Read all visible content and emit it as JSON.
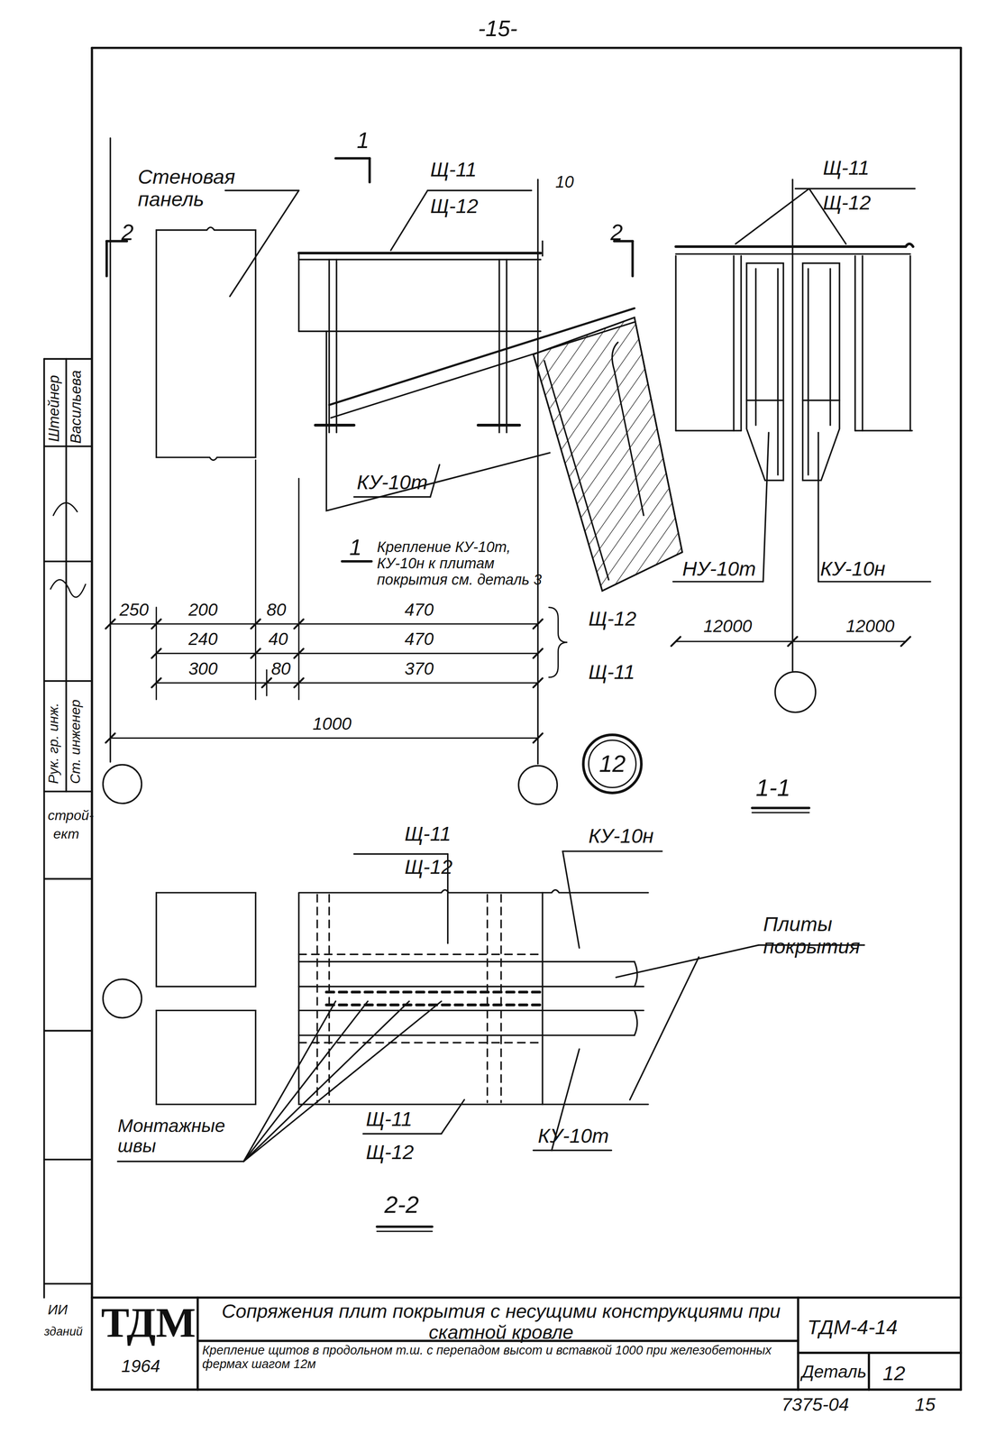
{
  "diagram": {
    "title": "Сопряжения плит покрытия с несущими конструкциями при скатной кровле",
    "caption": "Крепление щитов в продольном т.ш. с перепадом высот и вставкой 1000 при железобетонных фермах шагом 12м",
    "nodes": [
      {
        "text": [
          "12"
        ]
      }
    ],
    "labels": [
      "-15-",
      "Стеновая панель",
      "1",
      "2",
      "Щ-11",
      "Щ-12",
      "10",
      "2",
      "КУ-10т",
      "1",
      "Крепление КУ-10т, КУ-10н к плитам покрытия см. деталь 3",
      "Щ-11",
      "Щ-12",
      "НУ-10т",
      "КУ-10н",
      "250",
      "200",
      "80",
      "470",
      "Щ-12",
      "240",
      "40",
      "470",
      "300",
      "80",
      "370",
      "Щ-11",
      "1000",
      "12000",
      "12000",
      "1-1",
      "Щ-11",
      "Щ-12",
      "КУ-10н",
      "Плиты покрытия",
      "Монтажные швы",
      "Щ-11",
      "Щ-12",
      "КУ-10т",
      "2-2",
      "ТДМ",
      "1964",
      "ТДМ-4-14",
      "Деталь",
      "12",
      "7375-04",
      "15",
      "Штейнер",
      "Васильева",
      "Рук. гр. инж.",
      "Ст. инженер",
      "строй-",
      "ект",
      "ИИ",
      "зданий"
    ]
  }
}
